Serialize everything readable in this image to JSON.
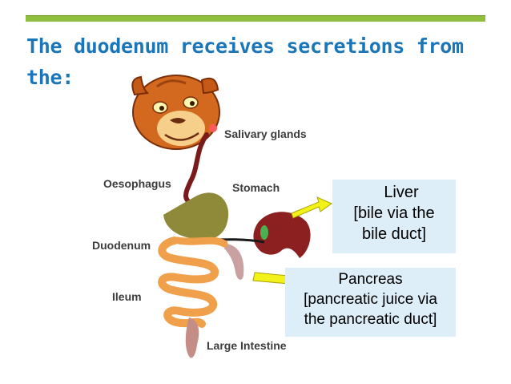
{
  "slide": {
    "title": "The duodenum receives secretions from the:"
  },
  "diagram": {
    "organs": {
      "salivary_glands": "Salivary glands",
      "oesophagus": "Oesophagus",
      "stomach": "Stomach",
      "duodenum": "Duodenum",
      "ileum": "Ileum",
      "large_intestine": "Large Intestine"
    },
    "callouts": {
      "liver": {
        "line1": "Liver",
        "line2": "[bile via the",
        "line3": "bile duct]"
      },
      "pancreas": {
        "line1": "Pancreas",
        "line2": "[pancreatic juice via",
        "line3": "the pancreatic duct]"
      }
    },
    "icons": [
      "lion-cub-head-icon",
      "arrow-right-icon"
    ],
    "colors": {
      "title": "#1a76b8",
      "rule": "#8fbf3c",
      "callout_bg": "#deeef8",
      "arrow": "#f2f21a",
      "liver": "#8c1f1f",
      "stomach": "#8f8a3a",
      "intestine": "#f0a04a",
      "large_intestine": "#c48d86"
    }
  }
}
